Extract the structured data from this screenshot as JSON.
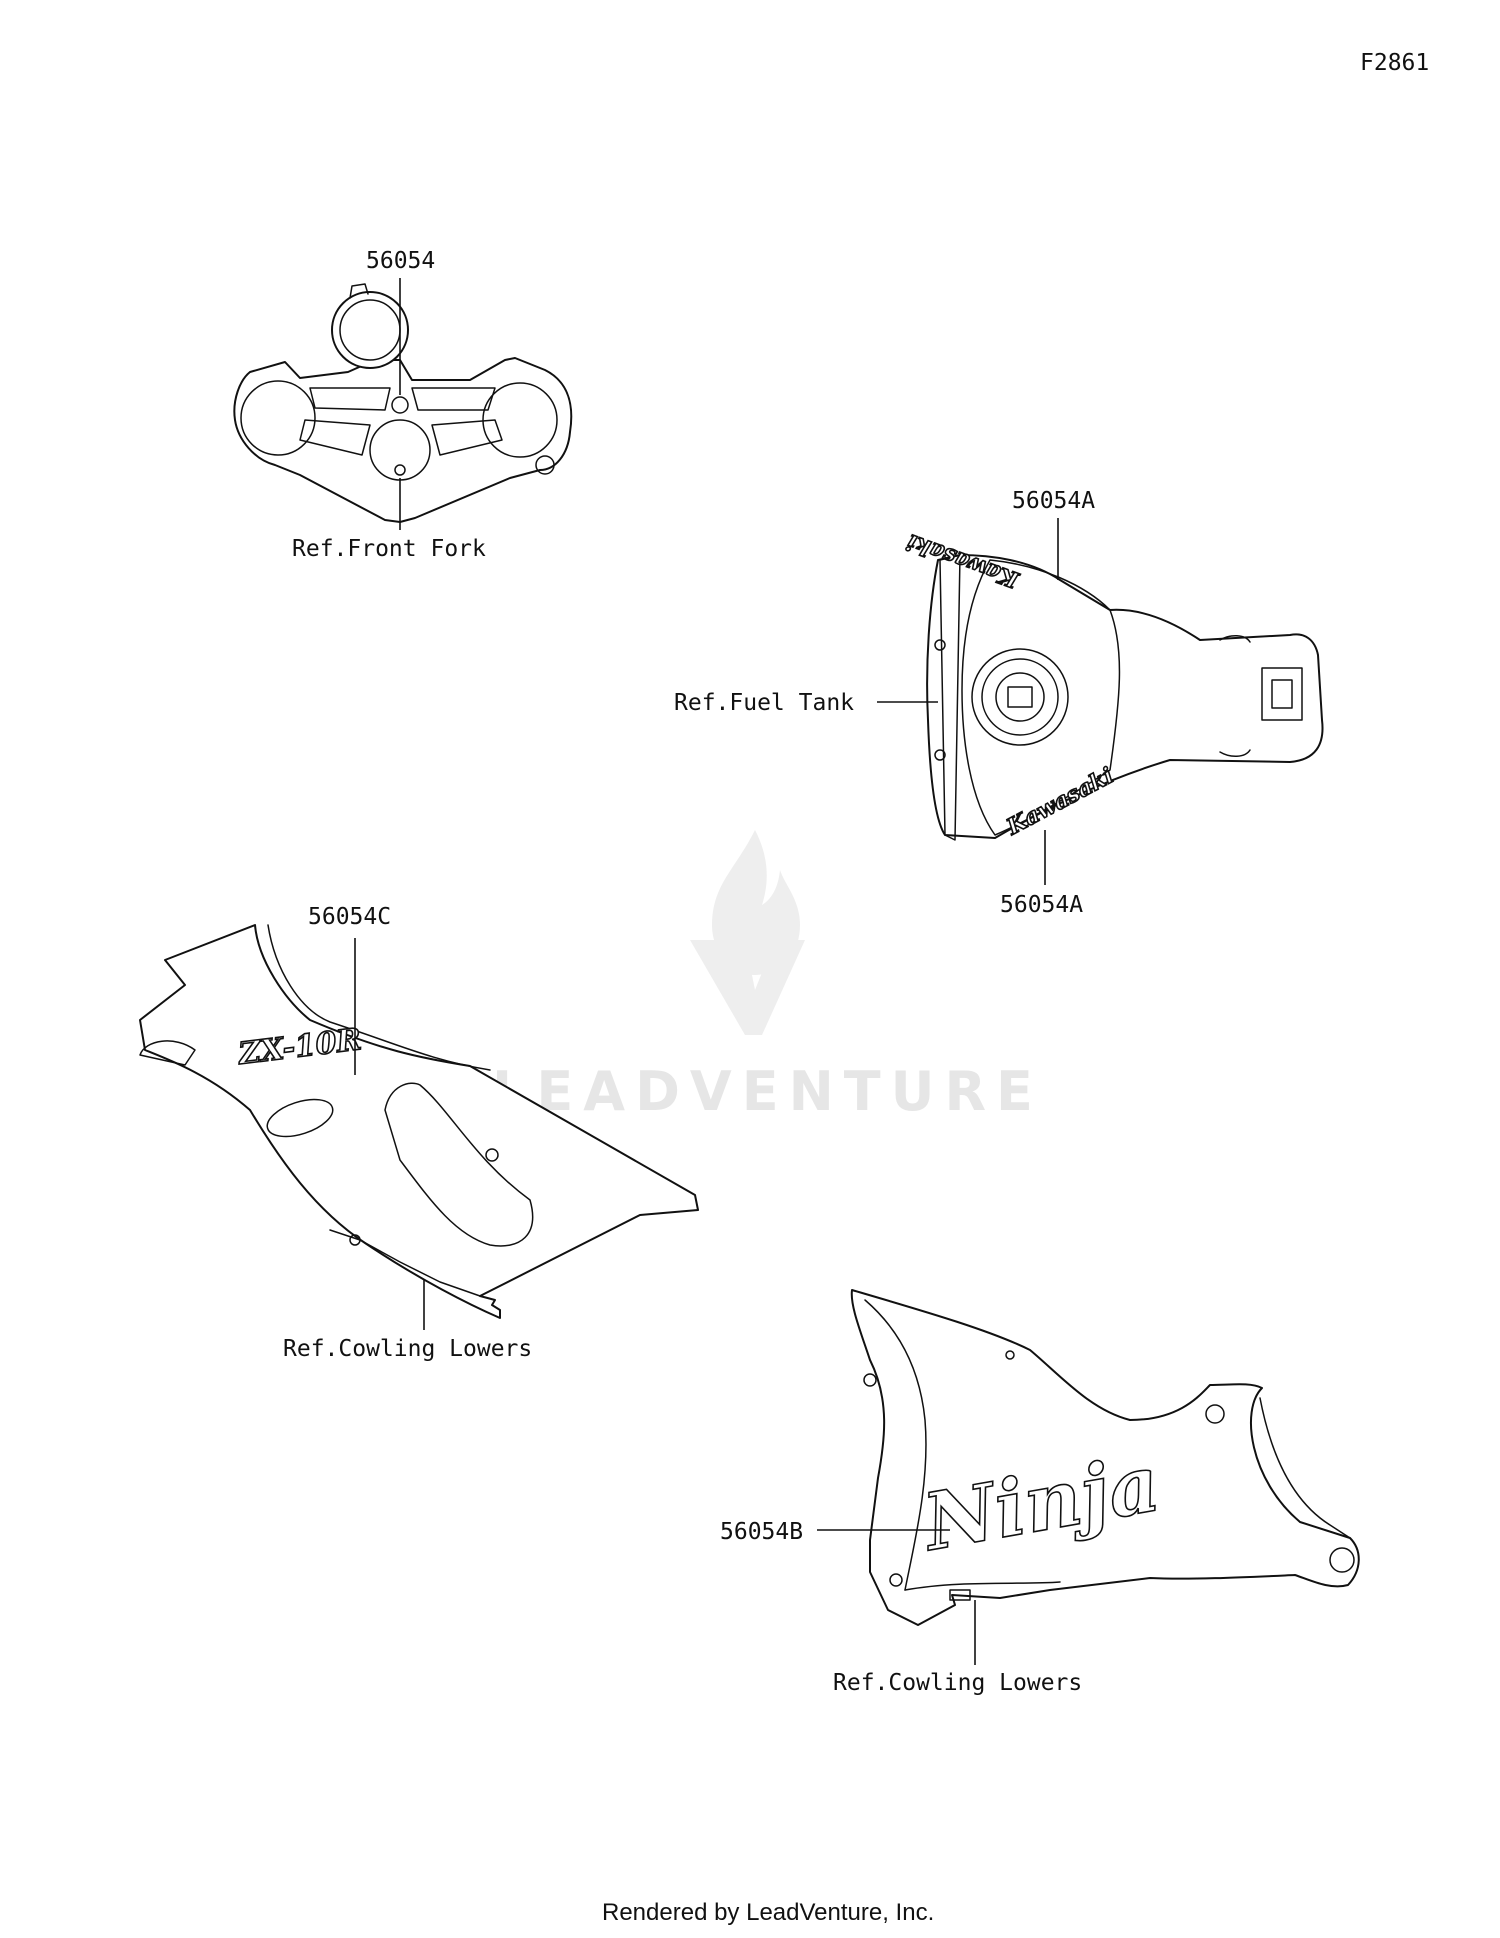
{
  "figure_code": "F2861",
  "watermark": "LEADVENTURE",
  "footer": "Rendered by LeadVenture, Inc.",
  "callouts": {
    "front_fork_part": "56054",
    "front_fork_ref": "Ref.Front Fork",
    "fuel_tank_top_part": "56054A",
    "fuel_tank_ref": "Ref.Fuel Tank",
    "fuel_tank_bottom_part": "56054A",
    "upper_cowl_part": "56054C",
    "upper_cowl_ref": "Ref.Cowling Lowers",
    "lower_cowl_part": "56054B",
    "lower_cowl_ref": "Ref.Cowling Lowers"
  },
  "decal_text": {
    "tank_logo_top": "Kawasaki",
    "tank_logo_bottom": "Kawasaki",
    "cowl_badge": "ZX-10R",
    "lower_cowl_logo": "Ninja"
  }
}
